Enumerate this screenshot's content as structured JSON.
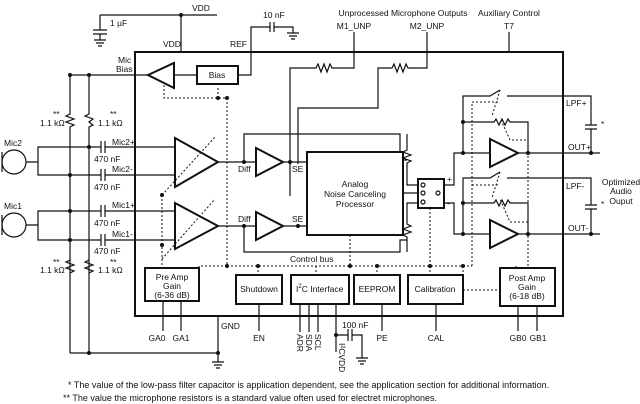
{
  "supply": {
    "vdd_top": "VDD",
    "vdd_pin": "VDD",
    "cap_1uf": "1 µF",
    "ref": "REF",
    "cap_10nf": "10 nF"
  },
  "top_outputs": {
    "title": "Unprocessed Microphone Outputs",
    "m1": "M1_UNP",
    "m2": "M2_UNP",
    "aux_title": "Auxiliary Control",
    "t7": "T7"
  },
  "mics": {
    "bias_label_1": "Mic",
    "bias_label_2": "Bias",
    "bias_block": "Bias",
    "mic2": "Mic2",
    "mic1": "Mic1",
    "mic2p": "Mic2+",
    "mic2m": "Mic2-",
    "mic1p": "Mic1+",
    "mic1m": "Mic1-",
    "cap": "470 nF",
    "res": "1.1 kΩ",
    "res_mark": "**"
  },
  "signal": {
    "diff": "Diff",
    "se": "SE",
    "anc_1": "Analog",
    "anc_2": "Noise Canceling",
    "anc_3": "Processor",
    "plus": "+",
    "minus": "-"
  },
  "outputs": {
    "lpf_p": "LPF+",
    "lpf_m": "LPF-",
    "out_p": "OUT+",
    "out_m": "OUT-",
    "cap_mark": "*",
    "label_1": "Optimized",
    "label_2": "Audio",
    "label_3": "Ouput"
  },
  "blocks": {
    "control_bus": "Control bus",
    "preamp_1": "Pre  Amp",
    "preamp_2": "Gain",
    "preamp_3": "(6-36 dB)",
    "shutdown": "Shutdown",
    "i2c_1": "I",
    "i2c_2": "2",
    "i2c_3": "C Interface",
    "eeprom": "EEPROM",
    "calibration": "Calibration",
    "postamp_1": "Post Amp",
    "postamp_2": "Gain",
    "postamp_3": "(6-18 dB)"
  },
  "pins": {
    "ga0": "GA0",
    "ga1": "GA1",
    "gnd": "GND",
    "en": "EN",
    "adr": "ADR",
    "sda": "SDA",
    "scl": "SCL",
    "cap_100nf": "100 nF",
    "i2cvdd": "I²CVDD",
    "pe": "PE",
    "cal": "CAL",
    "gb0": "GB0",
    "gb1": "GB1"
  },
  "footnotes": {
    "f1": "* The value of the low-pass filter capacitor is application dependent, see the application section for additional information.",
    "f2": "** The value the microphone resistors is a standard value often used for electret microphones."
  }
}
